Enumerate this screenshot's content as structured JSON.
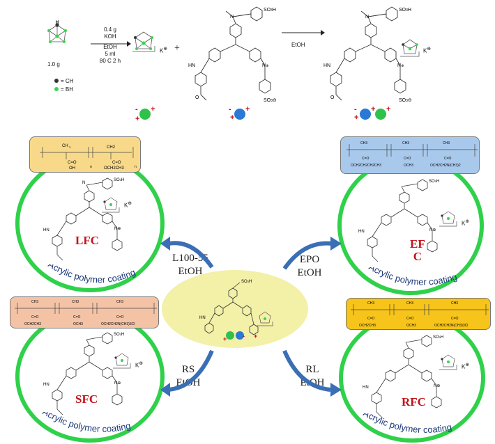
{
  "reaction": {
    "reagent_mass": "1.0 g",
    "conditions": [
      "0.4 g",
      "KOH",
      "EtOH",
      "5 ml",
      "80 C 2 h"
    ],
    "solvent": "EtOH",
    "legend_ch": "= CH",
    "legend_bh": "= BH",
    "k_plus": "K",
    "plus_sign": "+",
    "so3h": "SO3H",
    "so3_minus": "SO3",
    "nh": "HN",
    "n": "N"
  },
  "quadrants": {
    "top_left": {
      "label": "LFC",
      "step": [
        "L100-55",
        "EtOH"
      ],
      "ring_text": "Acrylic polymer coating",
      "color": "#f8d98a"
    },
    "top_right": {
      "label": "EF\nC",
      "label_line1": "EF",
      "label_line2": "C",
      "step": [
        "EPO",
        "EtOH"
      ],
      "ring_text": "Acrylic polymer coating",
      "color": "#a9c9ec"
    },
    "bottom_left": {
      "label": "SFC",
      "step": [
        "RS",
        "EtOH"
      ],
      "ring_text": "Acrylic polymer coating",
      "color": "#f4c3a6"
    },
    "bottom_right": {
      "label": "RFC",
      "step": [
        "RL",
        "EtOH"
      ],
      "ring_text": "Acrylic polymer coating",
      "color": "#f6c41a"
    }
  },
  "polymer_text": {
    "ch3": "CH3",
    "ch2": "CH2",
    "oh": "OH",
    "o": "O",
    "och2ch3": "OCH2CH3",
    "och3": "OCH3",
    "och2ch2ch2ch3": "OCH2CH2CH2CH3",
    "och2ch2nch3": "OCH2CH2N(CH3)2",
    "och2ch2nch33cl": "OCH2CH2N(CH3)3Cl",
    "n_sub": "n"
  },
  "colors": {
    "ring": "#2fd14a",
    "center_ellipse": "#f3f0a8",
    "label_red": "#c0141a",
    "arrow_blue": "#3a6fb5"
  }
}
